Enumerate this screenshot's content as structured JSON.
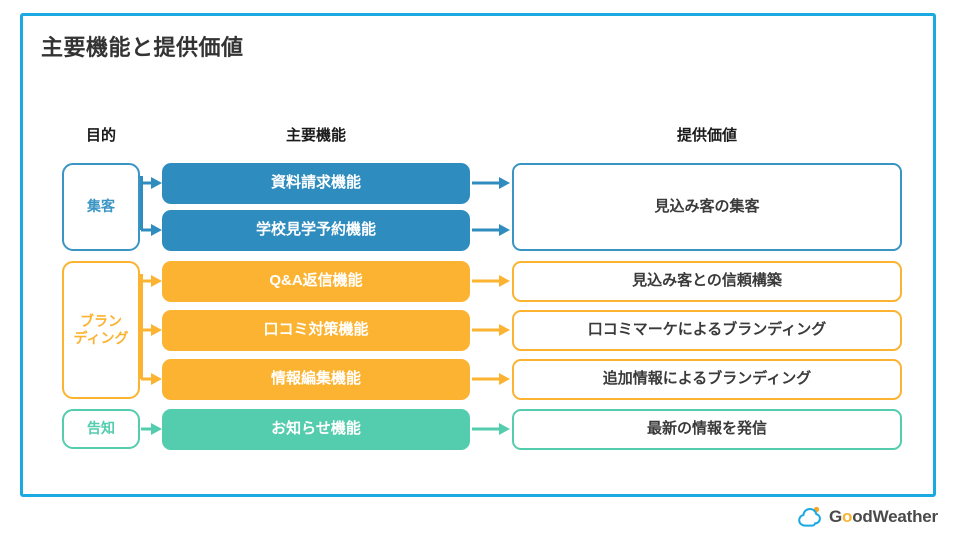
{
  "slide": {
    "title": "主要機能と提供価値",
    "frame_color": "#1BA9E2"
  },
  "columns": {
    "purpose": "目的",
    "features": "主要機能",
    "value": "提供価値"
  },
  "colors": {
    "blue": "#2F8CBE",
    "blue_border": "#3B95C4",
    "orange": "#FBB331",
    "green": "#54CCAE",
    "frame": "#1BA9E2",
    "title_text": "#333333",
    "value_text": "#3A3A3A"
  },
  "groups": [
    {
      "purpose": "集客",
      "color": "blue",
      "features": [
        "資料請求機能",
        "学校見学予約機能"
      ],
      "values": [
        "見込み客の集客"
      ]
    },
    {
      "purpose": "ブラン\nディング",
      "color": "orange",
      "features": [
        "Q&A返信機能",
        "口コミ対策機能",
        "情報編集機能"
      ],
      "values": [
        "見込み客との信頼構築",
        "口コミマーケによるブランディング",
        "追加情報によるブランディング"
      ]
    },
    {
      "purpose": "告知",
      "color": "green",
      "features": [
        "お知らせ機能"
      ],
      "values": [
        "最新の情報を発信"
      ]
    }
  ],
  "logo": {
    "name": "GoodWeather",
    "prefix": "G",
    "accent_letter": "o",
    "suffix": "odWeather",
    "mark": "cloud-sun-icon"
  }
}
